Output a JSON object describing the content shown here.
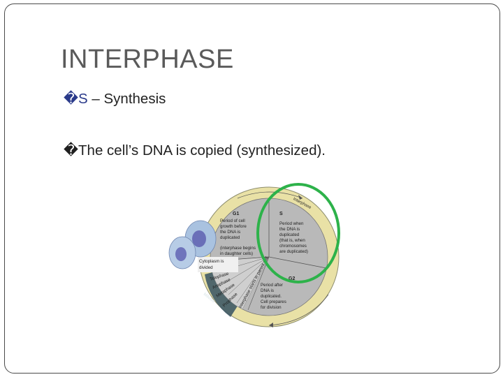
{
  "slide": {
    "title": "INTERPHASE",
    "bullets": [
      {
        "marker": "�",
        "lead": "S",
        "rest": " – Synthesis"
      },
      {
        "marker": "�",
        "lead": "",
        "rest": "The cell’s DNA is copied (synthesized)."
      }
    ]
  },
  "diagram": {
    "ring_label": "Interphase",
    "g1": {
      "head": "G1",
      "lines": [
        "Period of cell",
        "growth before",
        "the DNA is",
        "duplicated",
        "(interphase begins",
        "in daughter cells)"
      ]
    },
    "s": {
      "head": "S",
      "lines": [
        "Period when",
        "the DNA is",
        "duplicated",
        "(that is, when",
        "chromosomes",
        "are duplicated)"
      ]
    },
    "g2": {
      "head": "G2",
      "lines": [
        "Period after",
        "DNA is",
        "duplicated.",
        "Cell prepares",
        "for division"
      ]
    },
    "cytoplasm": [
      "Cytoplasm is",
      "divided"
    ],
    "mitosis_phases": [
      "Telophase",
      "Anaphase",
      "Metaphase",
      "Prophase"
    ],
    "interphase_note": "Interphase starts in parent cell",
    "mitosis_label": "Mitosis",
    "colors": {
      "ring": "#e9e1a6",
      "inner": "#b9b9b9",
      "outer_gray": "#c9c9c9",
      "highlight": "#2db24a",
      "cell": "#9fb9d9",
      "nucleus": "#6a6fb8"
    }
  }
}
